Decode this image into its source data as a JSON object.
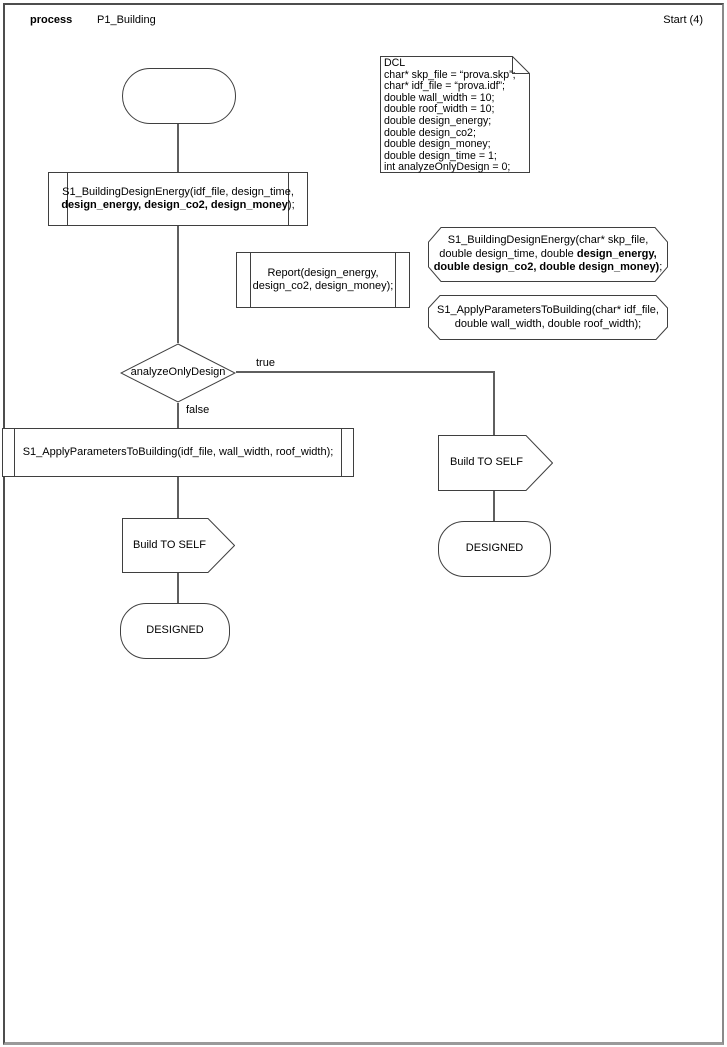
{
  "header": {
    "kind_label": "process",
    "title": "P1_Building",
    "page_label": "Start (4)"
  },
  "colors": {
    "background": "#ffffff",
    "shape_border": "#3f3f3f",
    "connector": "#5f5f5f",
    "frame": "#6e6e6e",
    "text": "#000000"
  },
  "dcl_note": {
    "lines": [
      [
        {
          "t": "DCL"
        }
      ],
      [
        {
          "t": "char* skp_file = “prova.skp”;"
        }
      ],
      [
        {
          "t": "char* idf_file = “prova.idf”;"
        }
      ],
      [
        {
          "t": "double wall_width = 10;"
        }
      ],
      [
        {
          "t": "double roof_width = 10;"
        }
      ],
      [
        {
          "t": "double design_energy;"
        }
      ],
      [
        {
          "t": "double design_co2;"
        }
      ],
      [
        {
          "t": "double design_money;"
        }
      ],
      [
        {
          "t": "double design_time = 1;"
        }
      ],
      [
        {
          "t": "int analyzeOnlyDesign = 0;"
        }
      ]
    ]
  },
  "nodes": {
    "start": {
      "label": ""
    },
    "call_building_design_energy": {
      "lines": [
        [
          {
            "t": "S1_BuildingDesignEnergy(idf_file, design_time,"
          }
        ],
        [
          {
            "t": "design_energy, design_co2, design_money",
            "b": true
          },
          {
            "t": ");"
          }
        ]
      ]
    },
    "report": {
      "lines": [
        [
          {
            "t": "Report(design_energy,"
          }
        ],
        [
          {
            "t": "design_co2, design_money);"
          }
        ]
      ]
    },
    "decl_building_design_energy": {
      "lines": [
        [
          {
            "t": "S1_BuildingDesignEnergy(char* skp_file,"
          }
        ],
        [
          {
            "t": "double design_time, double "
          },
          {
            "t": "design_energy,",
            "b": true
          }
        ],
        [
          {
            "t": "double design_co2, double design_money)",
            "b": true
          },
          {
            "t": ";"
          }
        ]
      ]
    },
    "decl_apply_parameters": {
      "lines": [
        [
          {
            "t": "S1_ApplyParametersToBuilding(char* idf_file,"
          }
        ],
        [
          {
            "t": "double wall_width, double roof_width);"
          }
        ]
      ]
    },
    "decision": {
      "label": "analyzeOnlyDesign"
    },
    "apply_parameters": {
      "lines": [
        [
          {
            "t": "S1_ApplyParametersToBuilding(idf_file, wall_width, roof_width);"
          }
        ]
      ]
    },
    "build_to_self_left": {
      "label": "Build TO SELF"
    },
    "designed_left": {
      "label": "DESIGNED"
    },
    "build_to_self_right": {
      "label": "Build TO SELF"
    },
    "designed_right": {
      "label": "DESIGNED"
    }
  },
  "edges": {
    "true_label": "true",
    "false_label": "false"
  }
}
